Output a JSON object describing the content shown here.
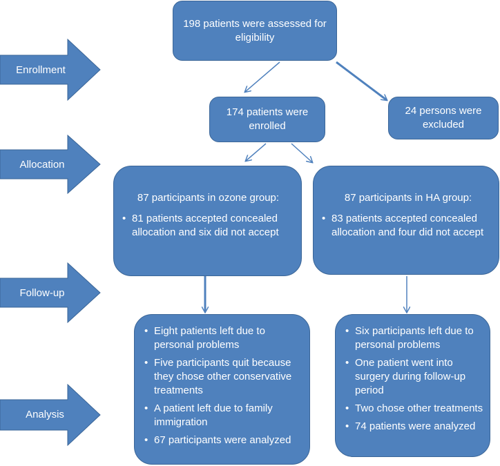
{
  "stages": [
    "Enrollment",
    "Allocation",
    "Follow-up",
    "Analysis"
  ],
  "assessed": "198 patients were assessed for eligibility",
  "enrolled": "174 patients were enrolled",
  "excluded": "24 persons were excluded",
  "ozone_group": {
    "title": "87 participants in ozone group:",
    "items": [
      "81 patients accepted concealed allocation and six did not accept"
    ]
  },
  "ha_group": {
    "title": "87 participants in HA group:",
    "items": [
      "83 patients accepted concealed allocation and four did not accept"
    ]
  },
  "ozone_followup": {
    "items": [
      "Eight patients left due to personal problems",
      "Five participants quit because they chose other conservative treatments",
      "A patient left due to family immigration",
      "67 participants were analyzed"
    ]
  },
  "ha_followup": {
    "items": [
      "Six participants left due to personal problems",
      "One patient went into surgery during follow-up period",
      "Two chose other treatments",
      "74 patients were analyzed"
    ]
  },
  "colors": {
    "box_fill": "#4f81bd",
    "box_border": "#3a6597",
    "text": "#ffffff"
  }
}
